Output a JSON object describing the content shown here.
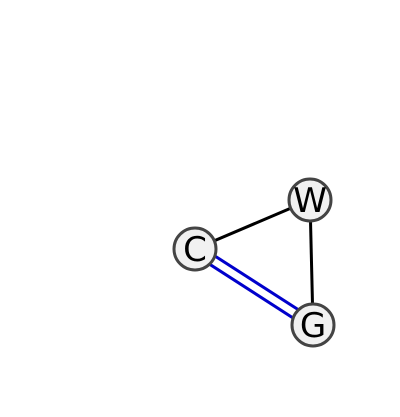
{
  "graph": {
    "nodes": [
      {
        "id": "W",
        "label": "W"
      },
      {
        "id": "C",
        "label": "C"
      },
      {
        "id": "G",
        "label": "G"
      }
    ],
    "edges": [
      {
        "from": "C",
        "to": "W",
        "type": "single",
        "color": "#000000"
      },
      {
        "from": "W",
        "to": "G",
        "type": "single",
        "color": "#000000"
      },
      {
        "from": "C",
        "to": "G",
        "type": "double",
        "color": "#0000cc"
      }
    ]
  }
}
